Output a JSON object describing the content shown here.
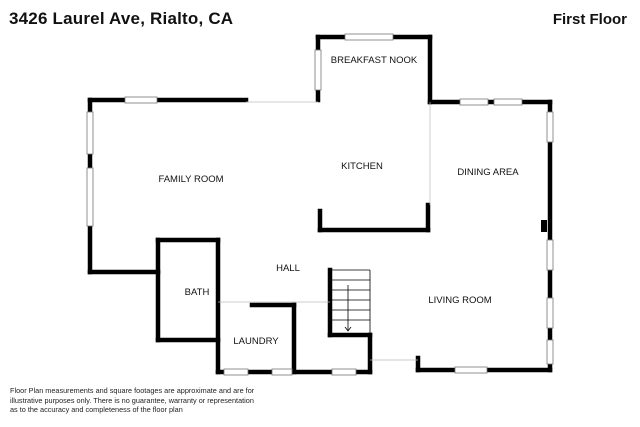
{
  "header": {
    "address": "3426 Laurel Ave, Rialto, CA",
    "floor": "First Floor"
  },
  "rooms": {
    "breakfast_nook": "BREAKFAST NOOK",
    "kitchen": "KITCHEN",
    "family_room": "FAMILY ROOM",
    "dining_area": "DINING AREA",
    "hall": "HALL",
    "bath": "BATH",
    "laundry": "LAUNDRY",
    "living_room": "LIVING ROOM"
  },
  "footer": {
    "disclaimer_1": "Floor Plan measurements and square footages are approximate and are for",
    "disclaimer_2": "illustrative purposes only. There is no guarantee, warranty or representation",
    "disclaimer_3": "as to the accuracy and completeness of the floor plan"
  },
  "colors": {
    "wall": "#000000",
    "window": "#9a9a9a",
    "background": "#ffffff"
  }
}
